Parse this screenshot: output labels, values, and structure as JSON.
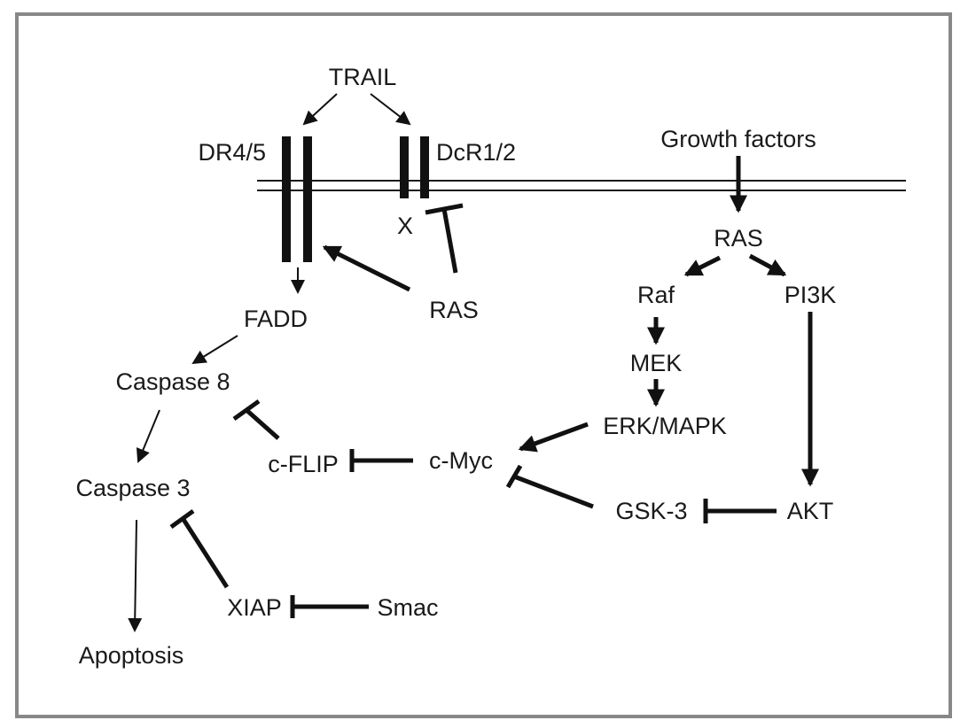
{
  "nodes": {
    "trail": "TRAIL",
    "dr45": "DR4/5",
    "dcr12": "DcR1/2",
    "growth_factors": "Growth factors",
    "x": "X",
    "ras_membrane": "RAS",
    "ras_left": "RAS",
    "raf": "Raf",
    "pi3k": "PI3K",
    "mek": "MEK",
    "erk_mapk": "ERK/MAPK",
    "fadd": "FADD",
    "caspase8": "Caspase 8",
    "cflip": "c-FLIP",
    "cmyc": "c-Myc",
    "caspase3": "Caspase 3",
    "gsk3": "GSK-3",
    "akt": "AKT",
    "xiap": "XIAP",
    "smac": "Smac",
    "apoptosis": "Apoptosis"
  },
  "colors": {
    "ink": "#111111",
    "frame": "#888888",
    "background": "#ffffff"
  },
  "edges": [
    {
      "from": "TRAIL",
      "to": "DR4/5",
      "type": "activation"
    },
    {
      "from": "TRAIL",
      "to": "DcR1/2",
      "type": "activation"
    },
    {
      "from": "Growth factors",
      "to": "RAS",
      "type": "activation"
    },
    {
      "from": "RAS",
      "to": "Raf",
      "type": "activation"
    },
    {
      "from": "RAS",
      "to": "PI3K",
      "type": "activation"
    },
    {
      "from": "Raf",
      "to": "MEK",
      "type": "activation"
    },
    {
      "from": "MEK",
      "to": "ERK/MAPK",
      "type": "activation"
    },
    {
      "from": "ERK/MAPK",
      "to": "c-Myc",
      "type": "activation"
    },
    {
      "from": "PI3K",
      "to": "AKT",
      "type": "activation"
    },
    {
      "from": "AKT",
      "to": "GSK-3",
      "type": "inhibition"
    },
    {
      "from": "GSK-3",
      "to": "c-Myc",
      "type": "inhibition"
    },
    {
      "from": "c-Myc",
      "to": "c-FLIP",
      "type": "inhibition"
    },
    {
      "from": "c-FLIP",
      "to": "Caspase 8",
      "type": "inhibition"
    },
    {
      "from": "RAS",
      "to": "DR4/5",
      "type": "activation"
    },
    {
      "from": "RAS",
      "to": "X",
      "type": "inhibition"
    },
    {
      "from": "DR4/5",
      "to": "FADD",
      "type": "activation"
    },
    {
      "from": "FADD",
      "to": "Caspase 8",
      "type": "activation"
    },
    {
      "from": "Caspase 8",
      "to": "Caspase 3",
      "type": "activation"
    },
    {
      "from": "Caspase 3",
      "to": "Apoptosis",
      "type": "activation"
    },
    {
      "from": "XIAP",
      "to": "Caspase 3",
      "type": "inhibition"
    },
    {
      "from": "Smac",
      "to": "XIAP",
      "type": "inhibition"
    }
  ]
}
